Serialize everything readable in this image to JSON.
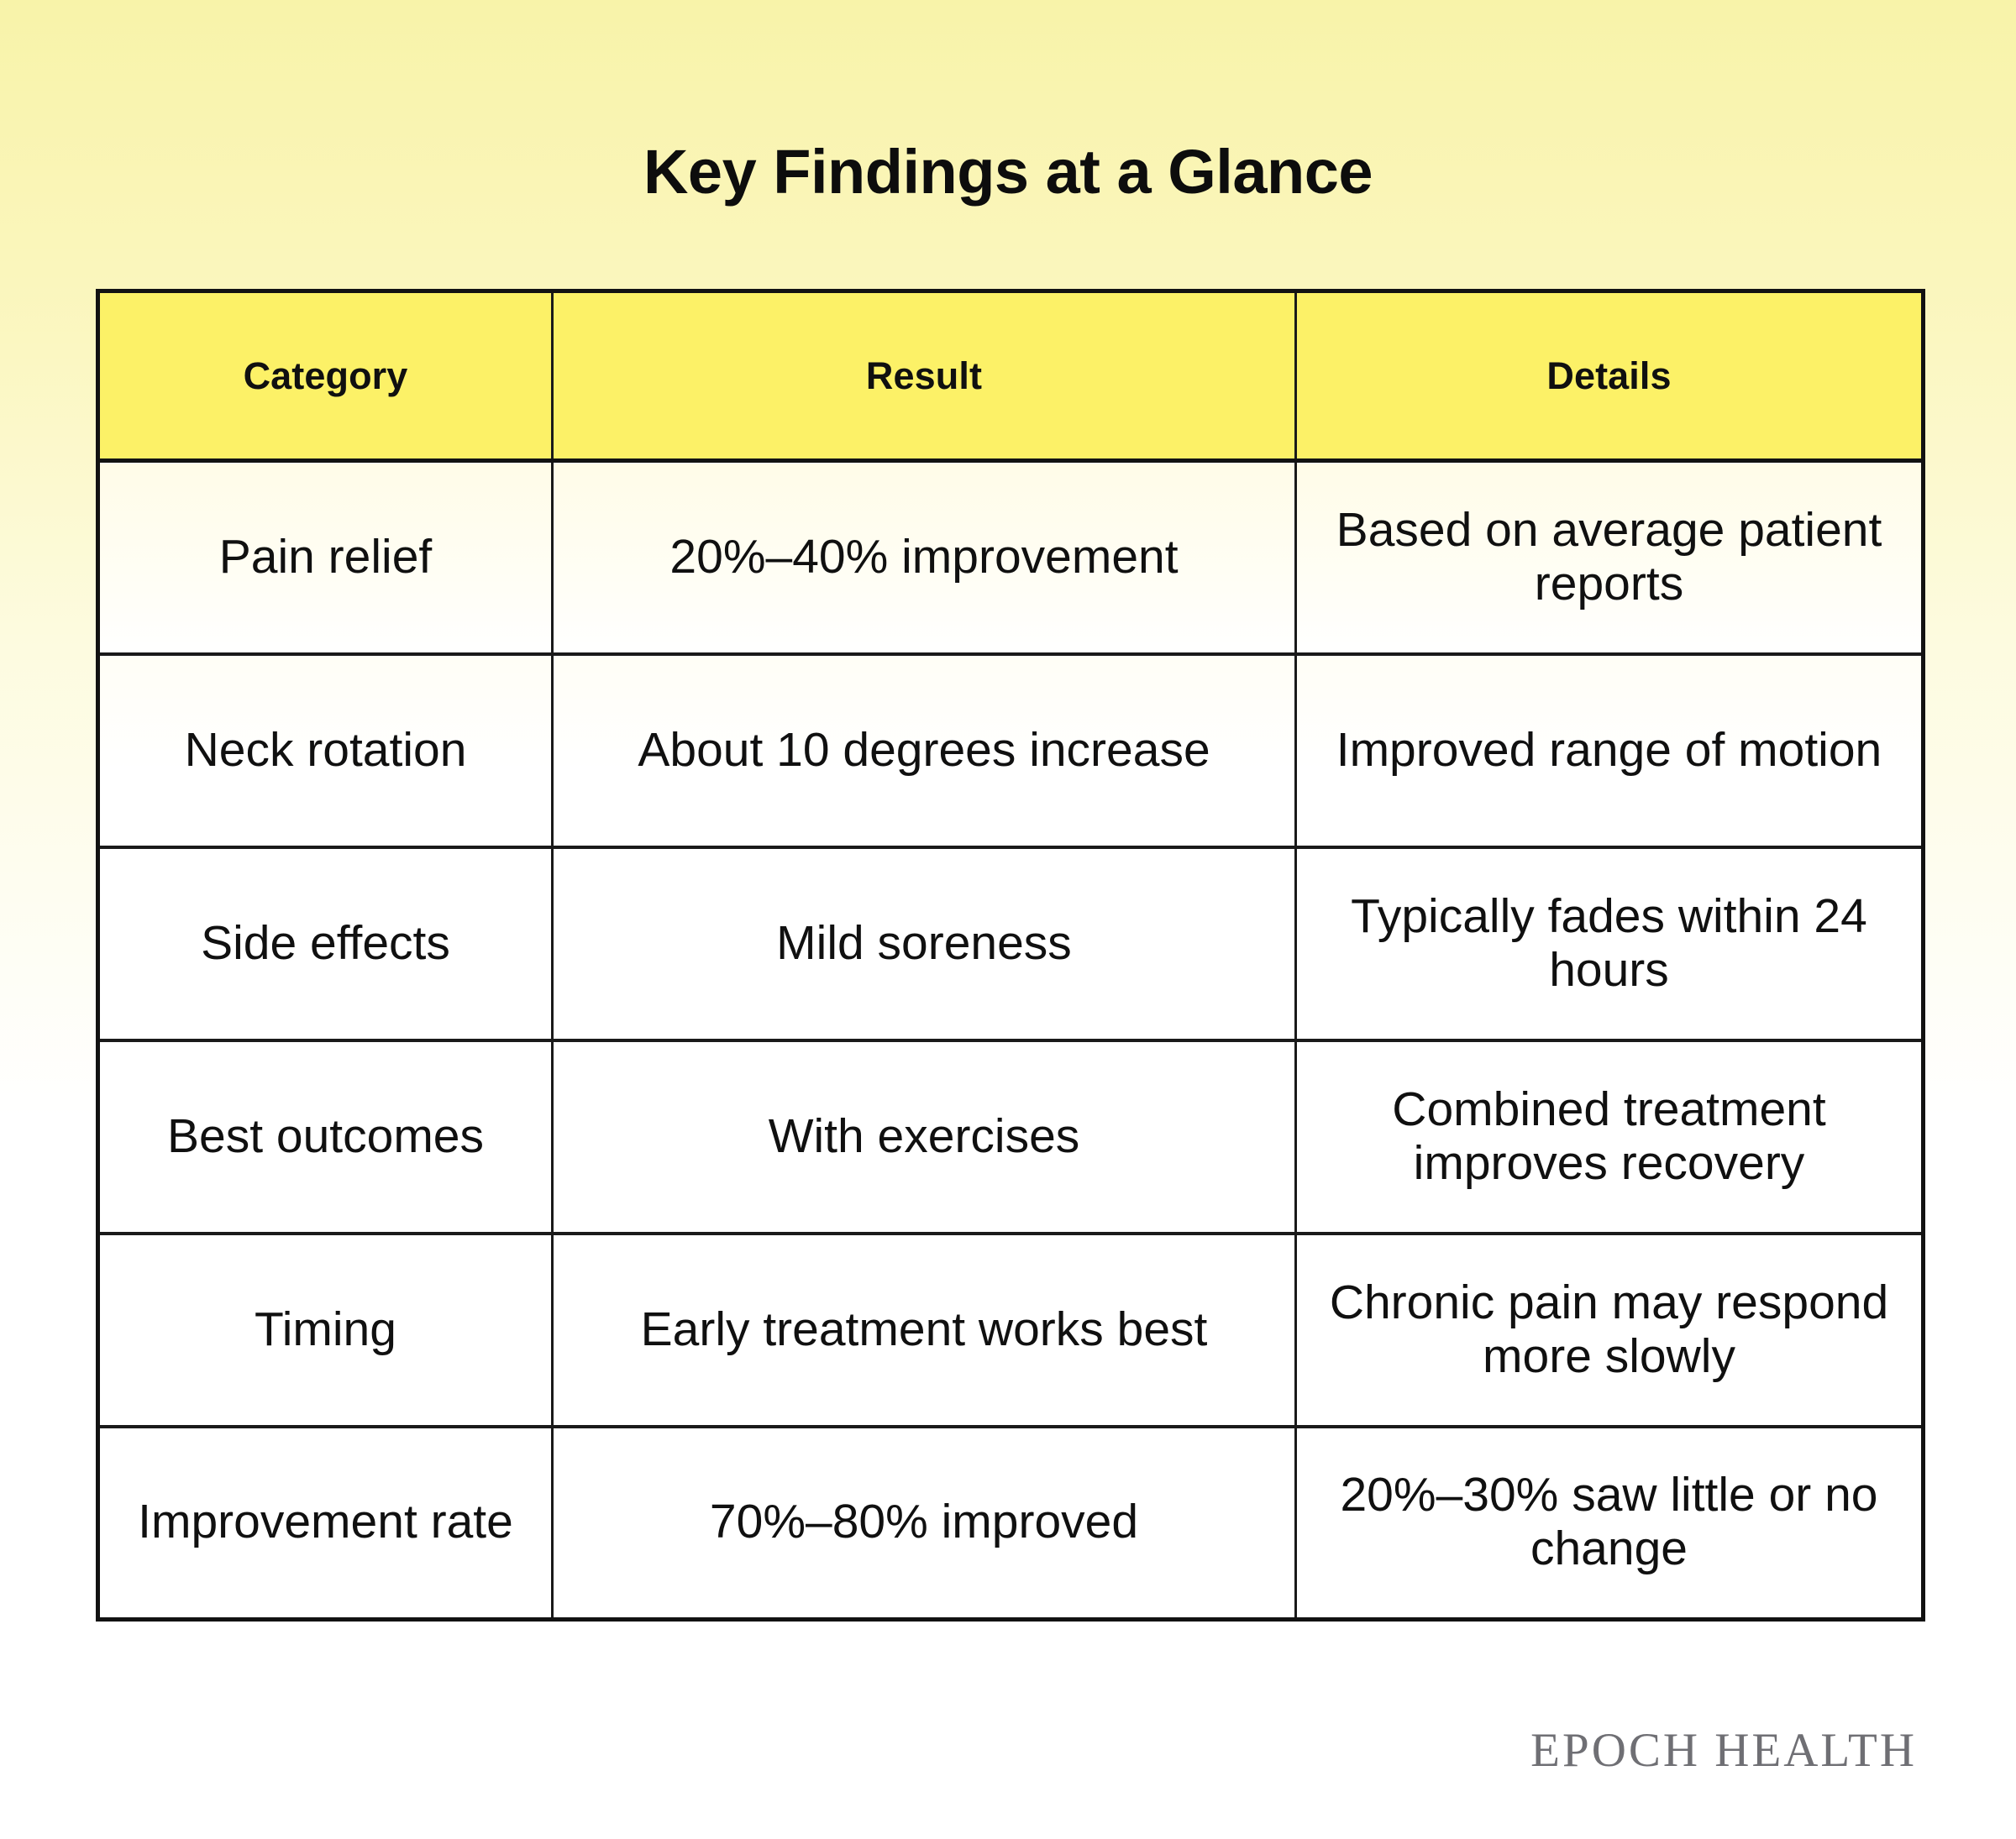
{
  "page": {
    "title": "Key Findings at a Glance",
    "brand": "EPOCH HEALTH",
    "colors": {
      "background_top": "#f8f3a9",
      "background_bottom": "#ffffff",
      "header_fill": "#fcf167",
      "border": "#121212",
      "text": "#101010",
      "brand_text": "#6f6f74"
    }
  },
  "table": {
    "columns": [
      "Category",
      "Result",
      "Details"
    ],
    "rows": [
      {
        "category": "Pain relief",
        "result": "20%–40% improvement",
        "details": "Based on average patient reports"
      },
      {
        "category": "Neck rotation",
        "result": "About 10 degrees increase",
        "details": "Improved range of motion"
      },
      {
        "category": "Side effects",
        "result": "Mild soreness",
        "details": "Typically fades within 24 hours"
      },
      {
        "category": "Best outcomes",
        "result": "With exercises",
        "details": "Combined treatment improves recovery"
      },
      {
        "category": "Timing",
        "result": "Early treatment works best",
        "details": "Chronic pain may respond more slowly"
      },
      {
        "category": "Improvement rate",
        "result": "70%–80% improved",
        "details": "20%–30% saw little or no change"
      }
    ]
  }
}
